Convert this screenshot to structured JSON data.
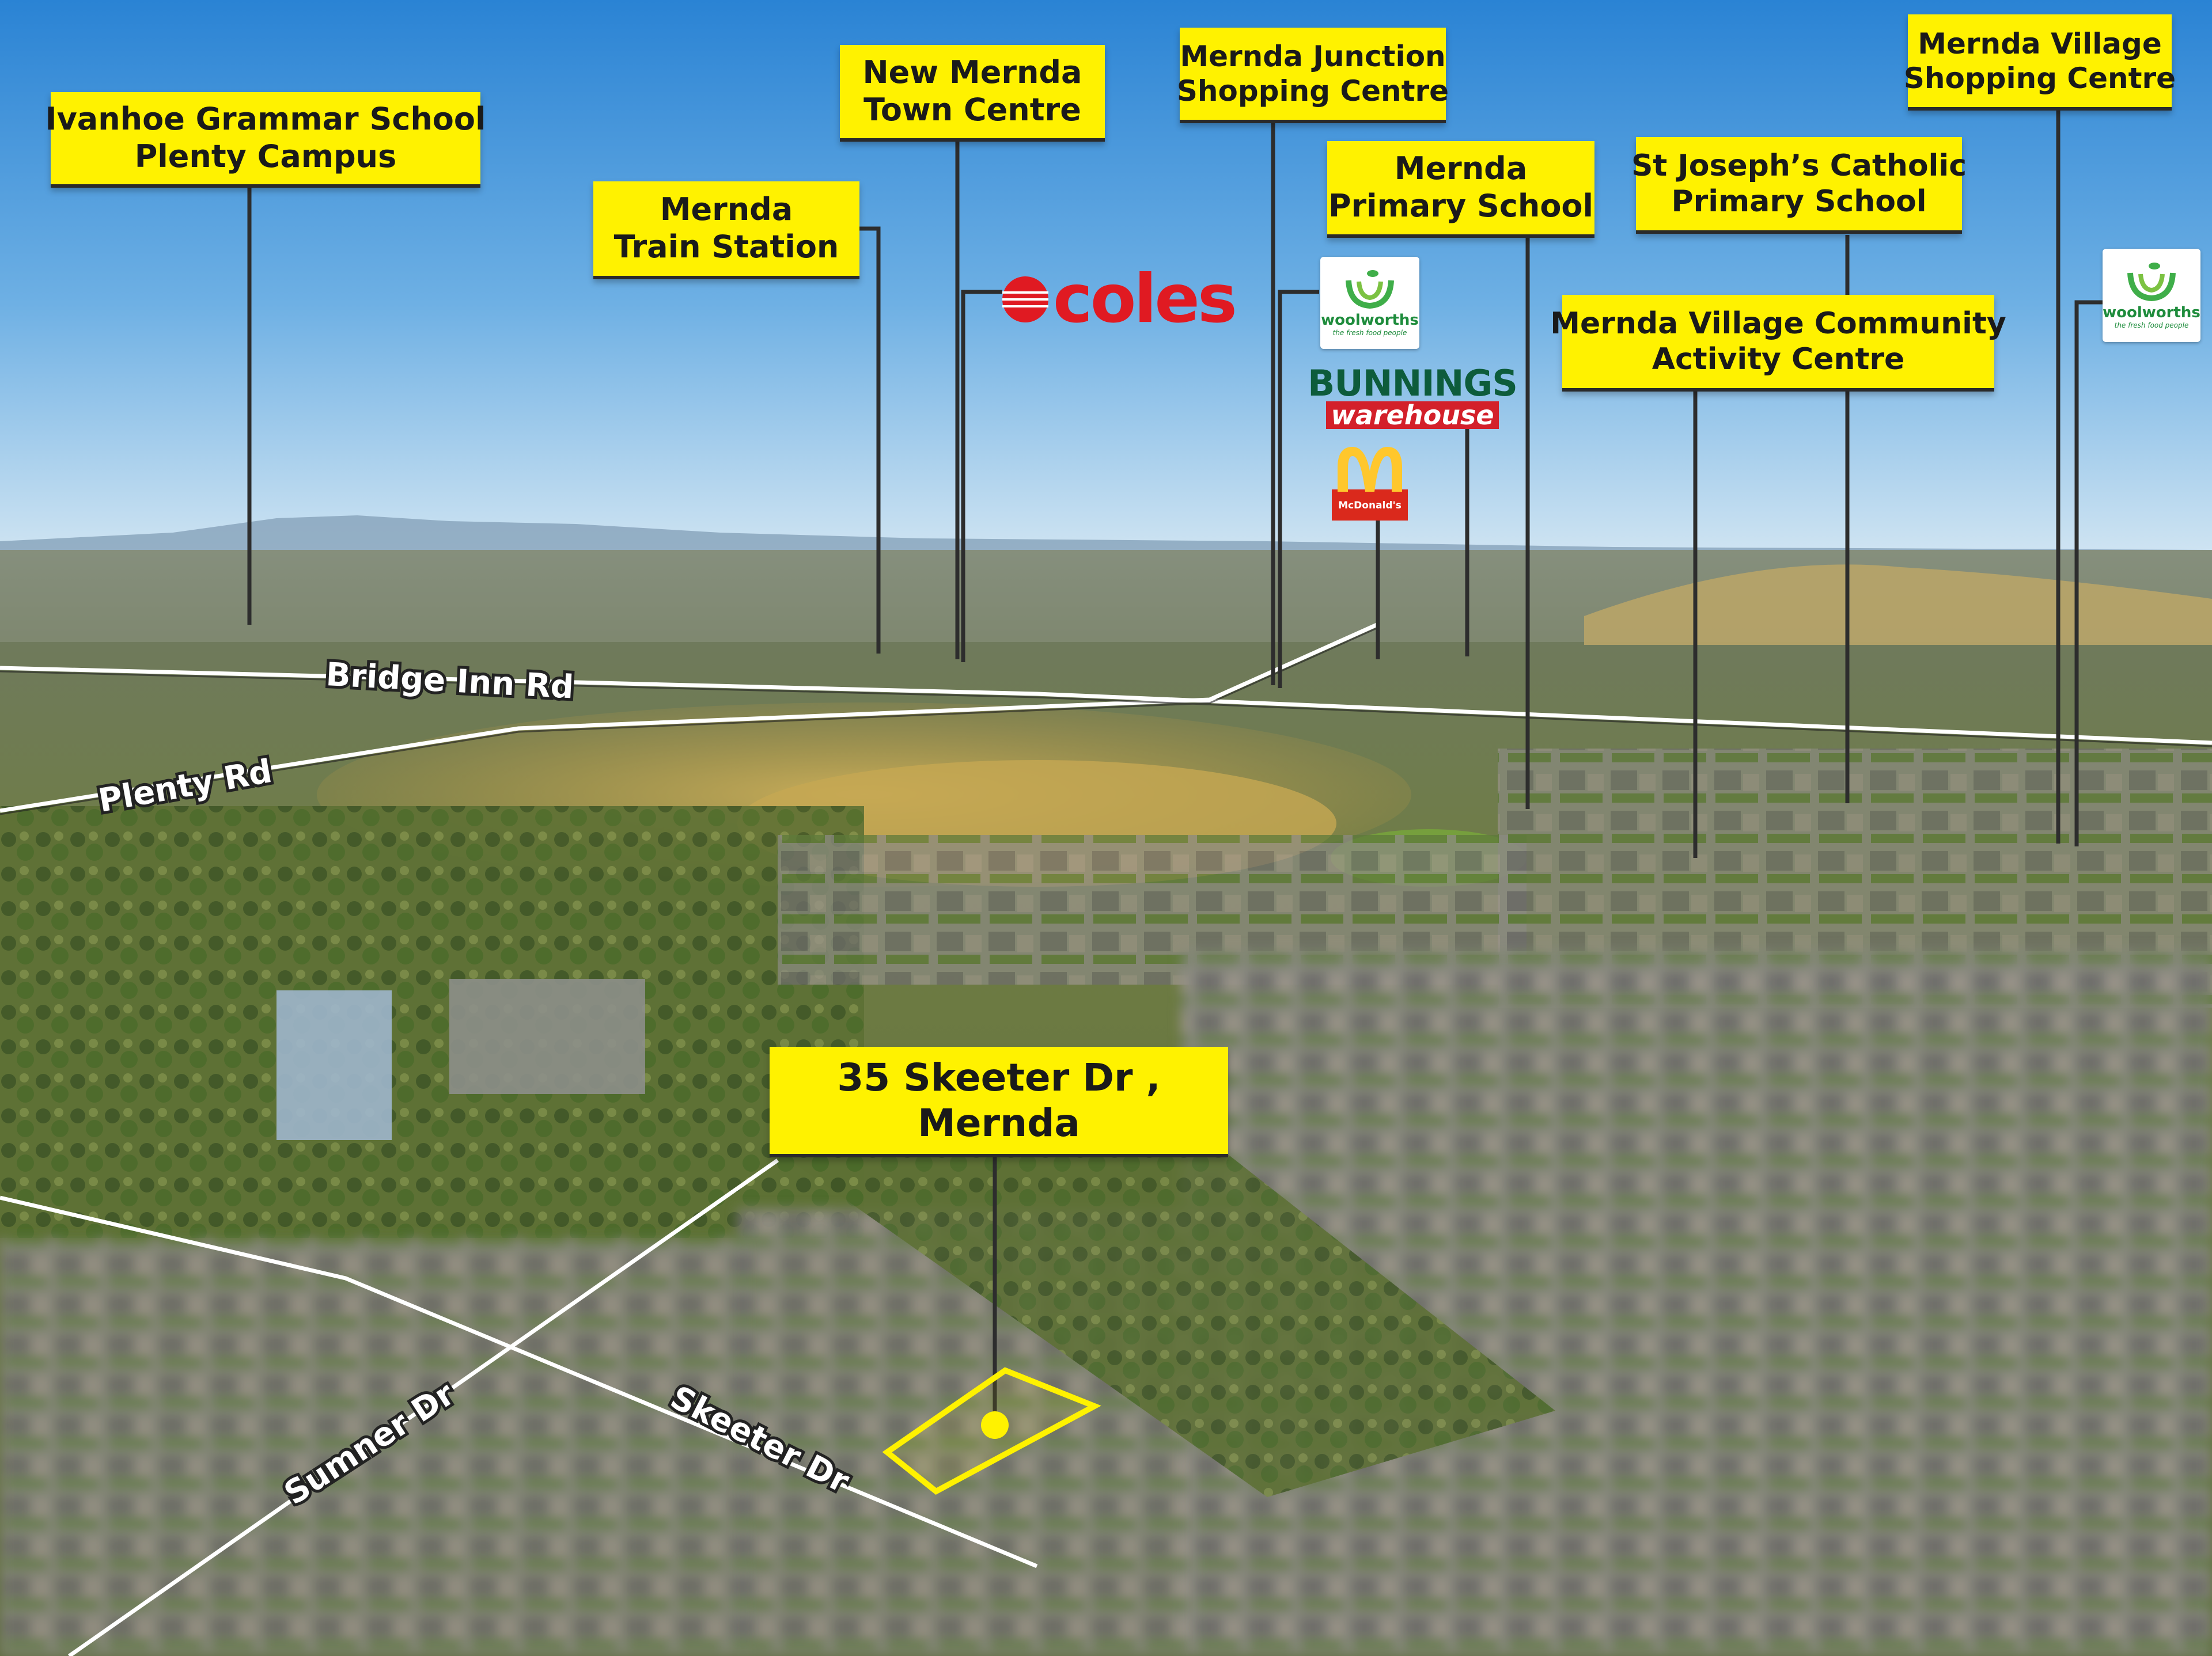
{
  "image": {
    "kind": "aerial-photograph",
    "overlay_yellow": "#FFF200",
    "sky_top": "#2f86d6",
    "sky_horizon": "#cfe4f2"
  },
  "labels": {
    "ivanhoe": [
      "Ivanhoe Grammar School",
      "Plenty Campus"
    ],
    "train": [
      "Mernda",
      "Train Station"
    ],
    "town_centre": [
      "New Mernda",
      "Town Centre"
    ],
    "junction": [
      "Mernda Junction",
      "Shopping Centre"
    ],
    "primary": [
      "Mernda",
      "Primary School"
    ],
    "st_joseph": [
      "St Joseph’s Catholic",
      "Primary School"
    ],
    "village_shop": [
      "Mernda Village",
      "Shopping Centre"
    ],
    "community": [
      "Mernda Village Community",
      "Activity Centre"
    ],
    "property": [
      "35 Skeeter Dr ,",
      "Mernda"
    ]
  },
  "roads": {
    "bridge_inn": "Bridge Inn Rd",
    "plenty": "Plenty Rd",
    "sumner": "Sumner Dr",
    "skeeter": "Skeeter Dr"
  },
  "logos": {
    "coles": {
      "name": "coles-logo",
      "text": "coles",
      "color": "#e01a22"
    },
    "woolworths_a": {
      "name": "woolworths-logo",
      "text": "woolworths",
      "tagline": "the fresh food people",
      "color": "#1e8c3c"
    },
    "woolworths_b": {
      "name": "woolworths-logo",
      "text": "woolworths",
      "tagline": "the fresh food people",
      "color": "#1e8c3c"
    },
    "bunnings": {
      "name": "bunnings-warehouse-logo",
      "top": "BUNNINGS",
      "bottom": "warehouse",
      "color": "#d3202a"
    },
    "mcdonalds": {
      "name": "mcdonalds-logo",
      "text": "McDonald's",
      "color": "#da291c",
      "arches": "#ffc72c"
    }
  }
}
